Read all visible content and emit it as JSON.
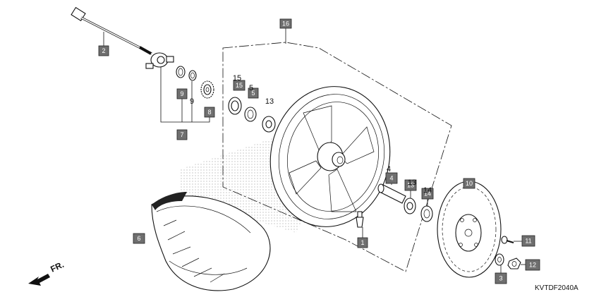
{
  "diagram": {
    "drawing_code": "KVTDF2040A",
    "front_marker": "FR.",
    "callouts": {
      "c1": "1",
      "c2": "2",
      "c3": "3",
      "c4": "4",
      "c5": "5",
      "c6": "6",
      "c7": "7",
      "c8": "8",
      "c9": "9",
      "c10": "10",
      "c11": "11",
      "c12": "12",
      "c13": "13",
      "c14": "14",
      "c15": "15",
      "c16": "16"
    },
    "plain_labels": {
      "p15": "15",
      "p5": "5",
      "p13": "13",
      "p9": "9",
      "p4": "4",
      "p13b": "13",
      "p14": "14"
    }
  }
}
